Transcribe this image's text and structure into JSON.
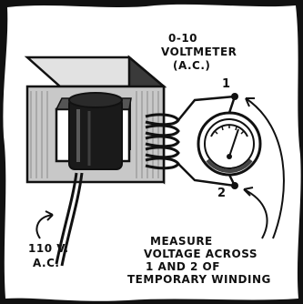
{
  "labels": {
    "voltmeter": [
      "0-10",
      "VOLTMETER",
      "(A.C.)"
    ],
    "terminal_1": "1",
    "terminal_2": "2",
    "power": [
      "110 V.",
      "A.C."
    ],
    "instruction": [
      "MEASURE",
      "VOLTAGE ACROSS",
      "1 AND 2 OF",
      "TEMPORARY WINDING"
    ]
  }
}
